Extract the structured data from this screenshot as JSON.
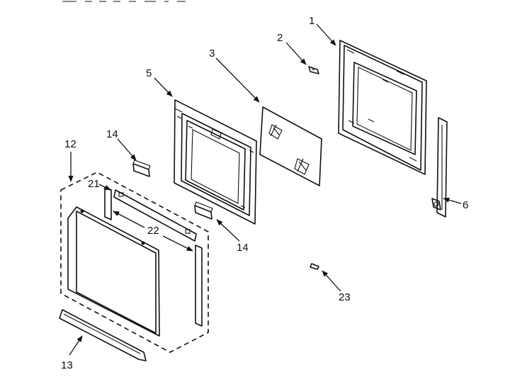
{
  "callouts": {
    "c1": "1",
    "c2": "2",
    "c3": "3",
    "c5": "5",
    "c6": "6",
    "c12": "12",
    "c13": "13",
    "c14a": "14",
    "c14b": "14",
    "c21": "21",
    "c22": "22",
    "c23": "23"
  }
}
